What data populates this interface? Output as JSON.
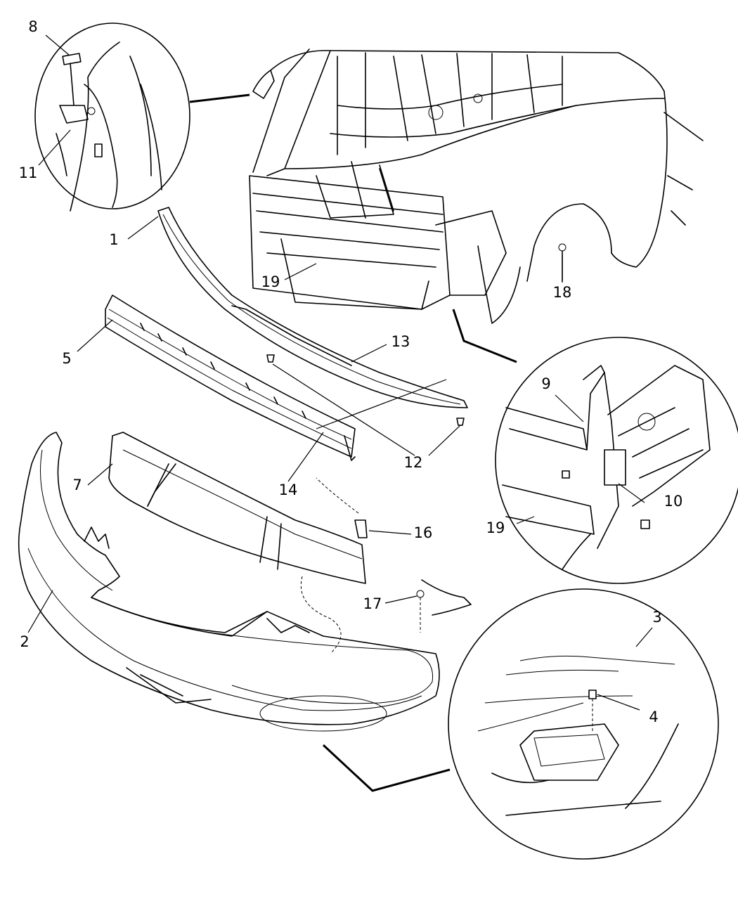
{
  "callouts": [
    {
      "id": "c8",
      "label": "8"
    },
    {
      "id": "c11",
      "label": "11"
    },
    {
      "id": "c1",
      "label": "1"
    },
    {
      "id": "c19a",
      "label": "19"
    },
    {
      "id": "c18",
      "label": "18"
    },
    {
      "id": "c5",
      "label": "5"
    },
    {
      "id": "c13",
      "label": "13"
    },
    {
      "id": "c9",
      "label": "9"
    },
    {
      "id": "c12",
      "label": "12"
    },
    {
      "id": "c7",
      "label": "7"
    },
    {
      "id": "c14",
      "label": "14"
    },
    {
      "id": "c10",
      "label": "10"
    },
    {
      "id": "c19b",
      "label": "19"
    },
    {
      "id": "c16",
      "label": "16"
    },
    {
      "id": "c17",
      "label": "17"
    },
    {
      "id": "c3",
      "label": "3"
    },
    {
      "id": "c2",
      "label": "2"
    },
    {
      "id": "c4",
      "label": "4"
    }
  ]
}
